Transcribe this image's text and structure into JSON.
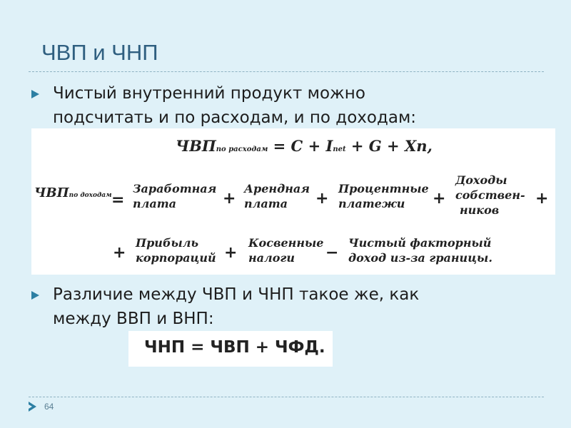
{
  "slide": {
    "title": "ЧВП и ЧНП",
    "bullets": [
      {
        "line1": "Чистый внутренний продукт можно",
        "line2": "подсчитать и по расходам, и по доходам:"
      },
      {
        "line1": "Различие между ЧВП и ЧНП такое же, как",
        "line2": "между ВВП и ВНП:"
      }
    ],
    "page_number": "64"
  },
  "formula_expenditure": {
    "lhs": "ЧВП",
    "lhs_sub": "по расходам",
    "eq": "= C + I",
    "i_sub": "net",
    "rest": "+ G + Xn,"
  },
  "formula_income": {
    "lhs": "ЧВП",
    "lhs_sub": "по доходам",
    "eq": "=",
    "terms": [
      {
        "l1": "Заработная",
        "l2": "плата"
      },
      {
        "l1": "Арендная",
        "l2": "плата"
      },
      {
        "l1": "Процентные",
        "l2": "платежи"
      },
      {
        "l1": "Доходы",
        "l2": "собствен-",
        "l3": "ников"
      },
      {
        "l1": "Прибыль",
        "l2": "корпораций"
      },
      {
        "l1": "Косвенные",
        "l2": "налоги"
      },
      {
        "l1": "Чистый факторный",
        "l2": "доход из-за границы."
      }
    ],
    "plus": "+",
    "minus": "−"
  },
  "formula_net": "ЧНП = ЧВП + ЧФД."
}
